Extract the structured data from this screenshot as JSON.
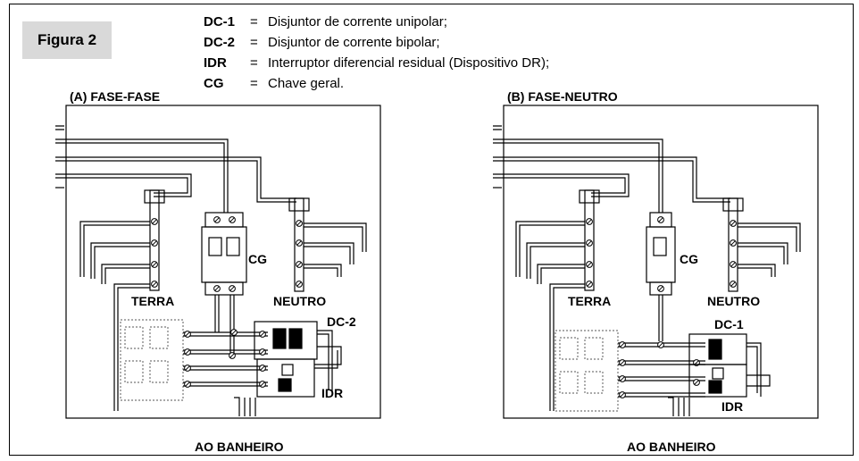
{
  "figure_label": "Figura 2",
  "legend": [
    {
      "abbr": "DC-1",
      "eq": "=",
      "text": "Disjuntor de corrente unipolar;"
    },
    {
      "abbr": "DC-2",
      "eq": "=",
      "text": "Disjuntor de corrente bipolar;"
    },
    {
      "abbr": "IDR",
      "eq": "=",
      "text": "Interruptor diferencial residual (Dispositivo DR);"
    },
    {
      "abbr": "CG",
      "eq": "=",
      "text": "Chave geral."
    }
  ],
  "panel_a": {
    "title": "(A) FASE-FASE",
    "terra": "TERRA",
    "neutro": "NEUTRO",
    "cg": "CG",
    "breaker": "DC-2",
    "idr": "IDR",
    "output": "AO BANHEIRO"
  },
  "panel_b": {
    "title": "(B) FASE-NEUTRO",
    "terra": "TERRA",
    "neutro": "NEUTRO",
    "cg": "CG",
    "breaker": "DC-1",
    "idr": "IDR",
    "output": "AO BANHEIRO"
  }
}
